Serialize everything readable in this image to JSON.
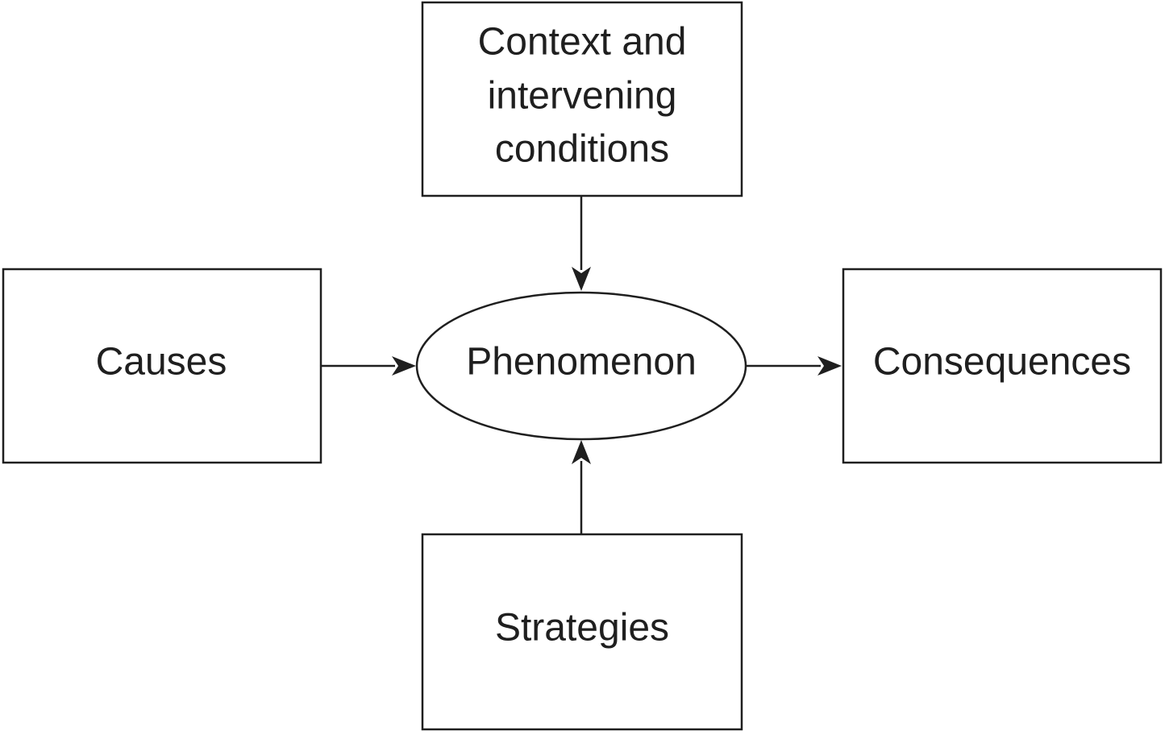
{
  "colors": {
    "background": "#ffffff",
    "stroke": "#1f1f1f",
    "text": "#1f1f1f"
  },
  "nodes": {
    "context": {
      "lines": [
        "Context and",
        "intervening",
        "conditions"
      ]
    },
    "causes": {
      "label": "Causes"
    },
    "phenomenon": {
      "label": "Phenomenon"
    },
    "consequences": {
      "label": "Consequences"
    },
    "strategies": {
      "label": "Strategies"
    }
  },
  "edges": [
    {
      "from": "context",
      "to": "phenomenon"
    },
    {
      "from": "causes",
      "to": "phenomenon"
    },
    {
      "from": "phenomenon",
      "to": "consequences"
    },
    {
      "from": "strategies",
      "to": "phenomenon"
    }
  ]
}
